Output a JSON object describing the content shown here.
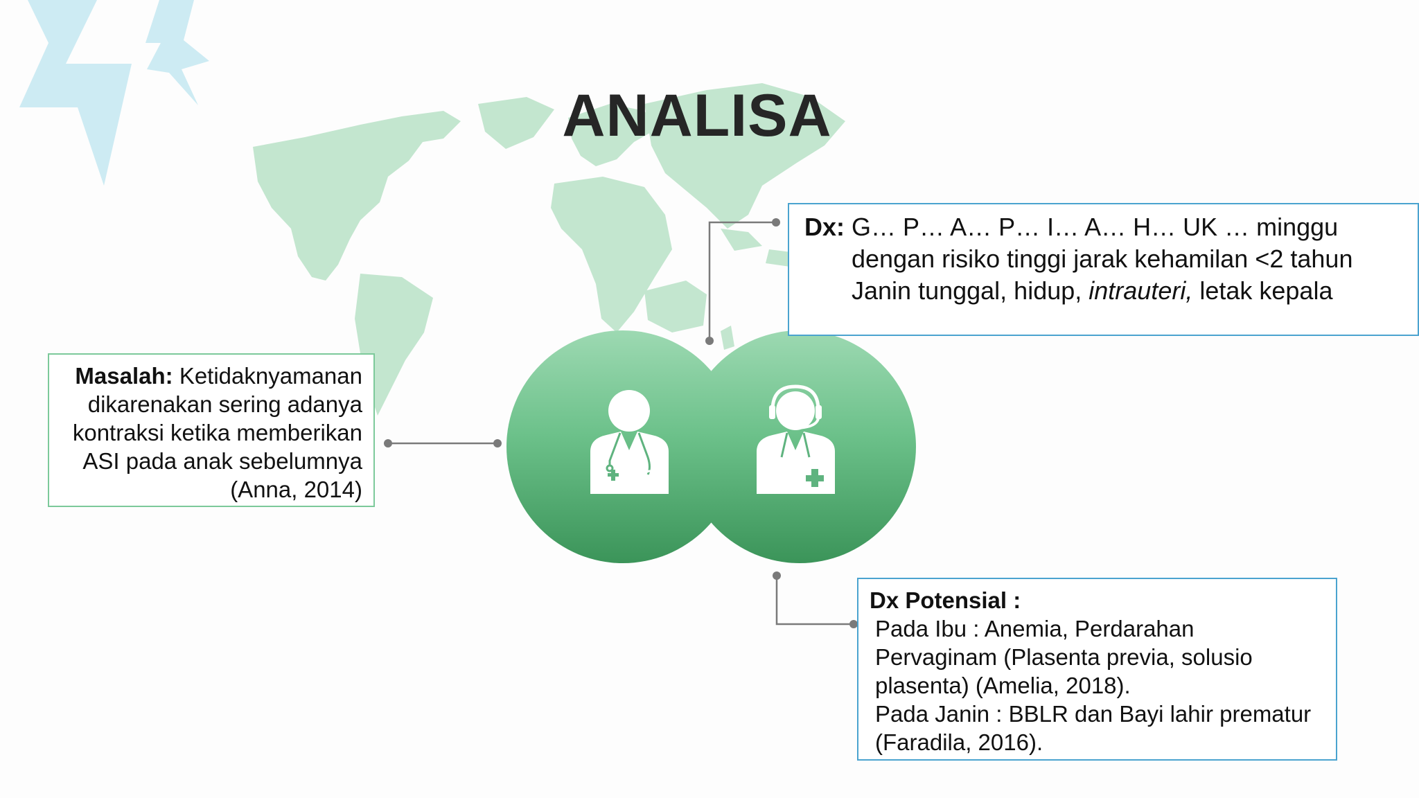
{
  "title": "ANALISA",
  "masalah": {
    "label": "Masalah:",
    "text_1": "Ketidaknyamanan",
    "line_2": "dikarenakan sering adanya",
    "line_3": "kontraksi ketika memberikan",
    "line_4": "ASI pada anak sebelumnya",
    "line_5": "(Anna, 2014)"
  },
  "dx": {
    "label": "Dx:",
    "line_1": "G… P… A… P… I… A… H… UK … minggu",
    "line_2": "dengan risiko tinggi jarak kehamilan <2 tahun",
    "line_3a": "Janin tunggal, hidup, ",
    "line_3_italic": "intrauteri,",
    "line_3b": " letak kepala"
  },
  "dx_potensial": {
    "label": "Dx Potensial :",
    "line_1": "Pada Ibu : Anemia, Perdarahan",
    "line_2": "Pervaginam (Plasenta previa, solusio",
    "line_3": "plasenta) (Amelia, 2018).",
    "line_4": "Pada Janin : BBLR dan Bayi lahir prematur",
    "line_5": "(Faradila, 2016)."
  },
  "icons": [
    "lightning-bolt-icon",
    "world-map-icon",
    "doctor-stethoscope-icon",
    "doctor-headset-icon"
  ],
  "colors": {
    "circle_top": "#9dd9b2",
    "circle_bottom": "#3b9459",
    "map": "#c3e6cf",
    "lightning": "#cdebf3",
    "box_green_border": "#7cc99a",
    "box_blue_border": "#4aa3cf",
    "connector": "#7a7a7a"
  }
}
